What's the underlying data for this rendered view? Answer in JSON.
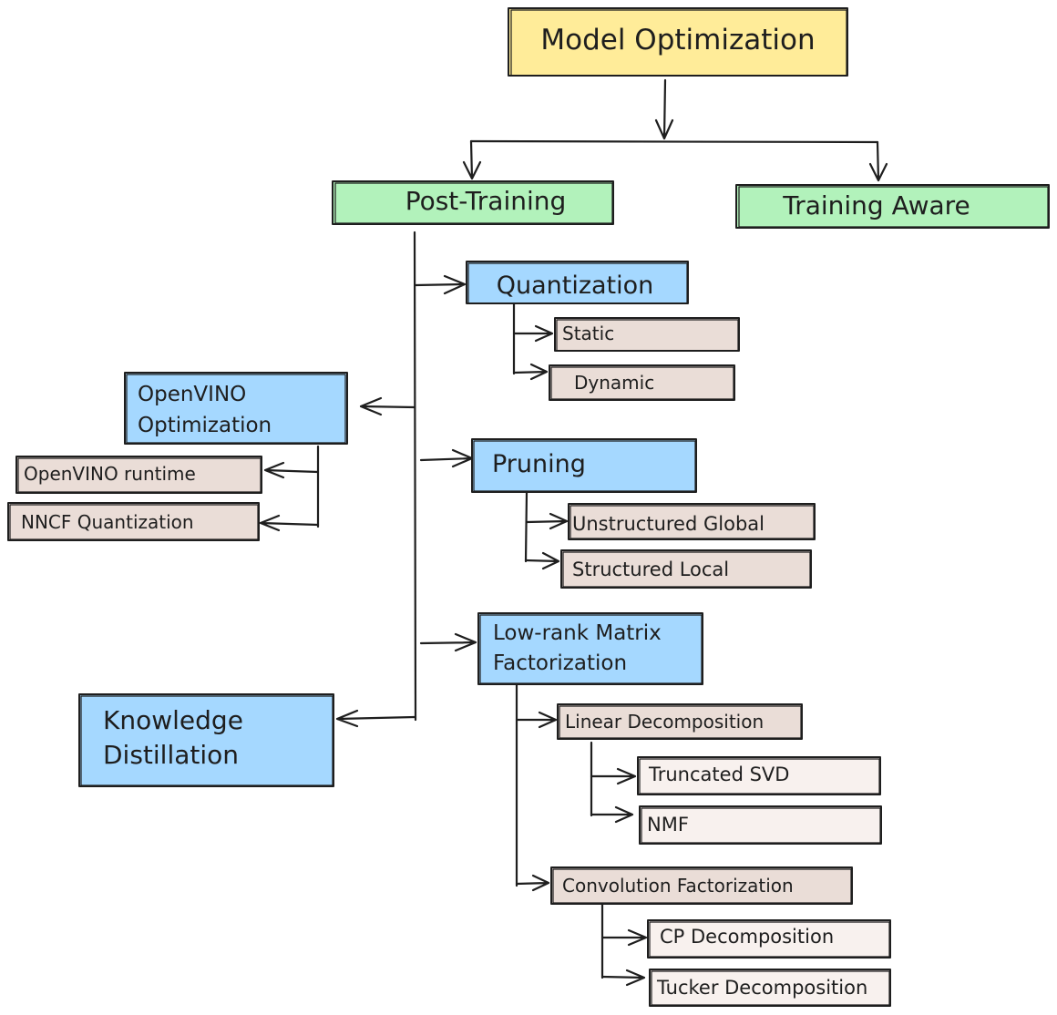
{
  "diagram": {
    "colors": {
      "root": "#ffec99",
      "category": "#b2f2bb",
      "method": "#a5d8ff",
      "sub": "#eaddd7",
      "leaf": "#f8f1ee",
      "stroke": "#1e1e1e"
    },
    "nodes": {
      "root": "Model Optimization",
      "post_training": "Post-Training",
      "training_aware": "Training Aware",
      "quantization": "Quantization",
      "static": "Static",
      "dynamic": "Dynamic",
      "openvino_opt_l1": "OpenVINO",
      "openvino_opt_l2": "Optimization",
      "openvino_runtime": "OpenVINO runtime",
      "nncf": "NNCF Quantization",
      "pruning": "Pruning",
      "unstructured": "Unstructured Global",
      "structured": "Structured Local",
      "lowrank_l1": "Low-rank Matrix",
      "lowrank_l2": "Factorization",
      "kd_l1": "Knowledge",
      "kd_l2": "Distillation",
      "linear": "Linear Decomposition",
      "tsvd": "Truncated SVD",
      "nmf": "NMF",
      "conv": "Convolution Factorization",
      "cp": "CP Decomposition",
      "tucker": "Tucker Decomposition"
    }
  }
}
